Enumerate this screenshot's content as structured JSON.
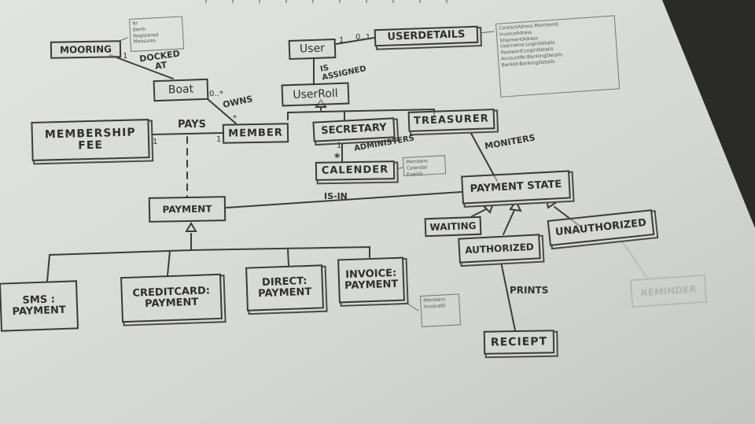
{
  "classes": {
    "mooring": "MOORING",
    "boat": "Boat",
    "user": "User",
    "user_details": "USERDETAILS",
    "user_roll": "UserRoll",
    "membership_fee": "MEMBERSHIP\nFEE",
    "member": "MEMBER",
    "secretary": "SECRETARY",
    "treasurer": "TREASURER",
    "calender": "CALENDER",
    "payment": "PAYMENT",
    "payment_state": "PAYMENT STATE",
    "waiting": "WAITING",
    "authorized": "AUTHORIZED",
    "unauthorized": "UNAUTHORIZED",
    "reminder": "REMINDER",
    "sms_payment": "SMS :\nPAYMENT",
    "creditcard_payment": "CREDITCARD:\nPAYMENT",
    "direct_payment": "DIRECT:\nPAYMENT",
    "invoice_payment": "INVOICE:\nPAYMENT",
    "reciept": "RECIEPT"
  },
  "associations": {
    "docked_at": "DOCKED\nAT",
    "owns": "OWNS",
    "is_assigned": "IS\nASSIGNED",
    "pays": "PAYS",
    "administers": "ADMINISTERS",
    "moniters": "MONITERS",
    "is_in": "IS-IN",
    "prints": "PRINTS"
  },
  "multiplicities": {
    "mooring_docked": "1",
    "boat_owns": "0..*",
    "member_owns": "*",
    "user_details": "1",
    "user_details_far": "0..1",
    "fee_pays": "1",
    "member_pays": "1",
    "admin_1": "1",
    "admin_many": "*"
  },
  "notes": {
    "boat_note": "Nr\nBerth\nRegistered\nMeasures",
    "userdetails_note": "ContactAdress MemberId\nInvoiceAdress\nShipmentAdress\nUsername:LoginDetails\nPassword:LoginDetails\nAccountNr:BankingDetails\nBankId:BankingDetails",
    "calender_note": "Members\nCalendar\nEvents",
    "invoice_note": "Members\nInvoiceID"
  },
  "colors": {
    "paper": "#d8dad6",
    "ink": "#3b3b3b",
    "background": "#2a2a27"
  }
}
